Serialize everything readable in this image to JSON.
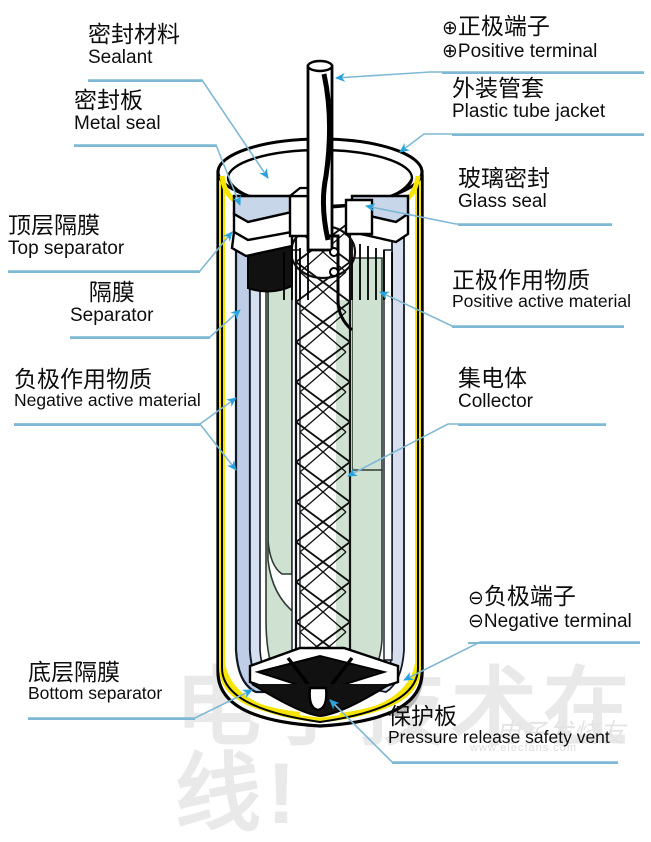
{
  "diagram": {
    "title": "Battery cutaway cross-section diagram",
    "subject": "cylindrical cell",
    "languages": [
      "Chinese",
      "English"
    ],
    "accent_line_color": "#7fb8d4",
    "arrow_color": "#29a3dd",
    "jacket_color": "#f5e500",
    "separator_color": "#bfcee6",
    "positive_material_color": "#cfe2d2",
    "shadow_color": "#b5b5b5"
  },
  "watermark": {
    "main": "电子技术在线!",
    "script": "电子发烧友",
    "url": "www.elecfans.com"
  },
  "labels": [
    {
      "id": "sealant",
      "cn": "密封材料",
      "en": "Sealant",
      "symbol": "",
      "side": "left"
    },
    {
      "id": "metal-seal",
      "cn": "密封板",
      "en": "Metal seal",
      "symbol": "",
      "side": "left"
    },
    {
      "id": "top-separator",
      "cn": "顶层隔膜",
      "en": "Top separator",
      "symbol": "",
      "side": "left"
    },
    {
      "id": "separator",
      "cn": "隔膜",
      "en": "Separator",
      "symbol": "",
      "side": "left"
    },
    {
      "id": "negative-material",
      "cn": "负极作用物质",
      "en": "Negative active material",
      "symbol": "",
      "side": "left"
    },
    {
      "id": "bottom-separator",
      "cn": "底层隔膜",
      "en": "Bottom separator",
      "symbol": "",
      "side": "left"
    },
    {
      "id": "positive-terminal",
      "cn": "正极端子",
      "en": "Positive terminal",
      "symbol": "⊕",
      "side": "right"
    },
    {
      "id": "plastic-jacket",
      "cn": "外装管套",
      "en": "Plastic tube jacket",
      "symbol": "",
      "side": "right"
    },
    {
      "id": "glass-seal",
      "cn": "玻璃密封",
      "en": "Glass seal",
      "symbol": "",
      "side": "right"
    },
    {
      "id": "positive-material",
      "cn": "正极作用物质",
      "en": "Positive active material",
      "symbol": "",
      "side": "right"
    },
    {
      "id": "collector",
      "cn": "集电体",
      "en": "Collector",
      "symbol": "",
      "side": "right"
    },
    {
      "id": "negative-terminal",
      "cn": "负极端子",
      "en": "Negative terminal",
      "symbol": "⊖",
      "side": "right"
    },
    {
      "id": "pressure-vent",
      "cn": "保护板",
      "en": "Pressure release safety vent",
      "symbol": "",
      "side": "bottom"
    }
  ]
}
